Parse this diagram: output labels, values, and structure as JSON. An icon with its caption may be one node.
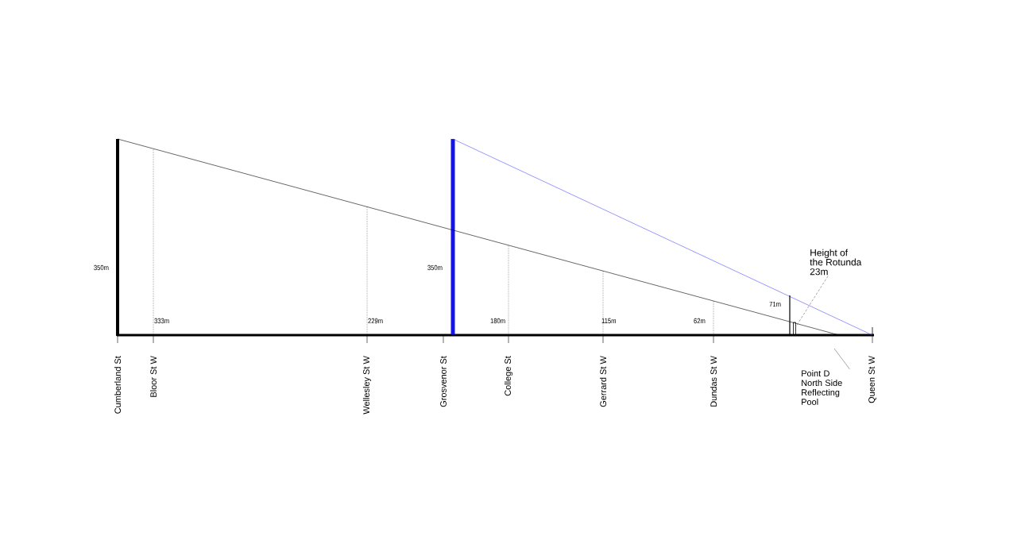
{
  "diagram": {
    "nodes": [
      {
        "text": [
          "Height of the Rotunda 23m"
        ]
      },
      {
        "text": [],
        "shape": "bar"
      },
      {
        "text": [
          "Point D North Side Reflecting Pool"
        ]
      }
    ],
    "edges": [
      {
        "from": 0,
        "to": 1,
        "arrow": "none",
        "style": "dashed"
      },
      {
        "from": 2,
        "to": null,
        "arrow": "none"
      }
    ],
    "labels": [
      "350m",
      "350m",
      "71m",
      "333m",
      "229m",
      "180m",
      "115m",
      "62m",
      "Cumberland St",
      "Bloor St W",
      "Wellesley St W",
      "Grosvenor St",
      "College St",
      "Gerrard St W",
      "Dundas St W",
      "Queen St W"
    ]
  }
}
